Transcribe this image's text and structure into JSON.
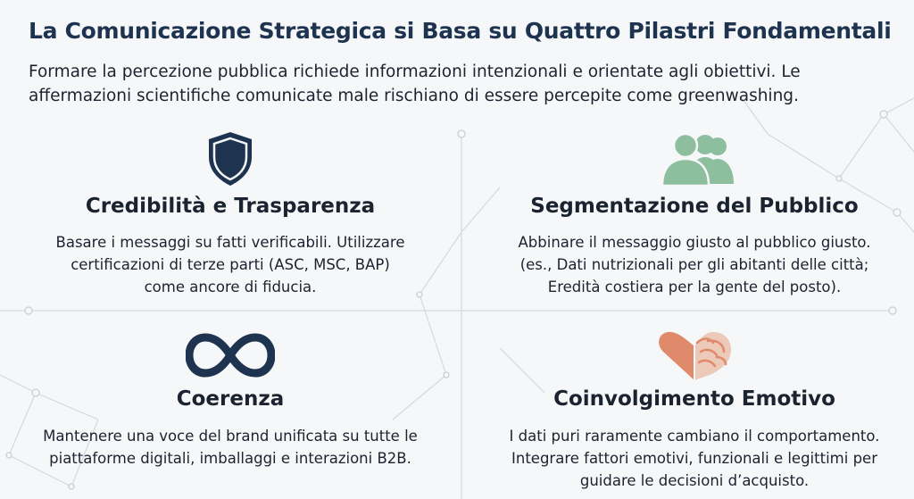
{
  "title": "La Comunicazione Strategica si Basa su Quattro Pilastri Fondamentali",
  "subtitle_lines": [
    "Formare la percezione pubblica richiede informazioni intenzionali e orientate agli obiettivi. Le",
    "affermazioni scientifiche comunicate male rischiano di essere percepite come greenwashing."
  ],
  "pillars": [
    {
      "icon": "shield-icon",
      "heading": "Credibilità e Trasparenza",
      "lines": [
        "Basare i messaggi su fatti verificabili. Utilizzare",
        "certificazioni di terze parti (ASC, MSC, BAP)",
        "come ancore di fiducia."
      ]
    },
    {
      "icon": "people-group-icon",
      "heading": "Segmentazione del Pubblico",
      "lines": [
        "Abbinare il messaggio giusto al pubblico giusto.",
        "(es., Dati nutrizionali per gli abitanti delle città;",
        "Eredità costiera per la gente del posto)."
      ]
    },
    {
      "icon": "infinity-icon",
      "heading": "Coerenza",
      "lines": [
        "Mantenere una voce del brand unificata su tutte le",
        "piattaforme digitali, imballaggi e interazioni B2B."
      ]
    },
    {
      "icon": "heart-brain-icon",
      "heading": "Coinvolgimento Emotivo",
      "lines": [
        "I dati puri raramente cambiano il comportamento.",
        "Integrare fattori emotivi, funzionali e legittimi per",
        "guidare le decisioni d’acquisto."
      ]
    }
  ],
  "colors": {
    "title": "#1e3350",
    "navy_icon": "#1e3350",
    "people_icon": "#8dbf9f",
    "heart_icon": "#e08a6c",
    "network_lines": "#cfd6dc"
  }
}
